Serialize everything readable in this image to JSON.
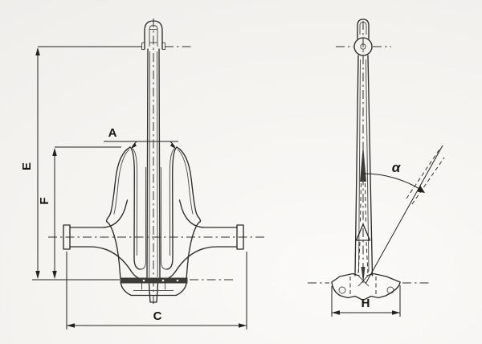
{
  "figure": {
    "views": {
      "front": {
        "dims": {
          "A": "A",
          "E": "E",
          "F": "F",
          "C": "C"
        }
      },
      "side": {
        "dims": {
          "H": "H"
        },
        "angle": {
          "alpha": "α"
        }
      }
    },
    "colors": {
      "line": "#2e2c29",
      "dimension": "#23211e",
      "background": "#f3f1ee",
      "plate_fill": "#474440"
    }
  }
}
